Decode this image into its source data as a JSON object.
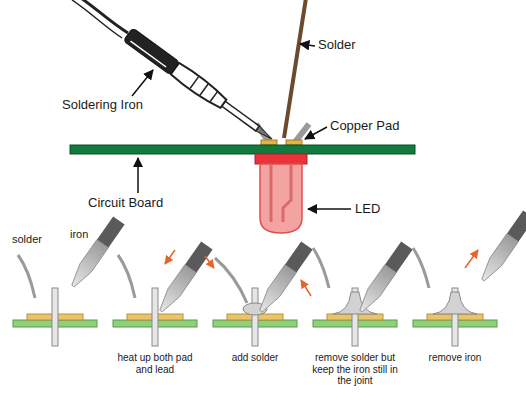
{
  "diagram": {
    "labels": [
      "Solder",
      "Soldering Iron",
      "Copper Pad",
      "Circuit Board",
      "LED",
      "solder",
      "iron",
      "heat up both pad and lead",
      "add solder",
      "remove solder but keep the iron still in the joint",
      "remove iron"
    ]
  }
}
